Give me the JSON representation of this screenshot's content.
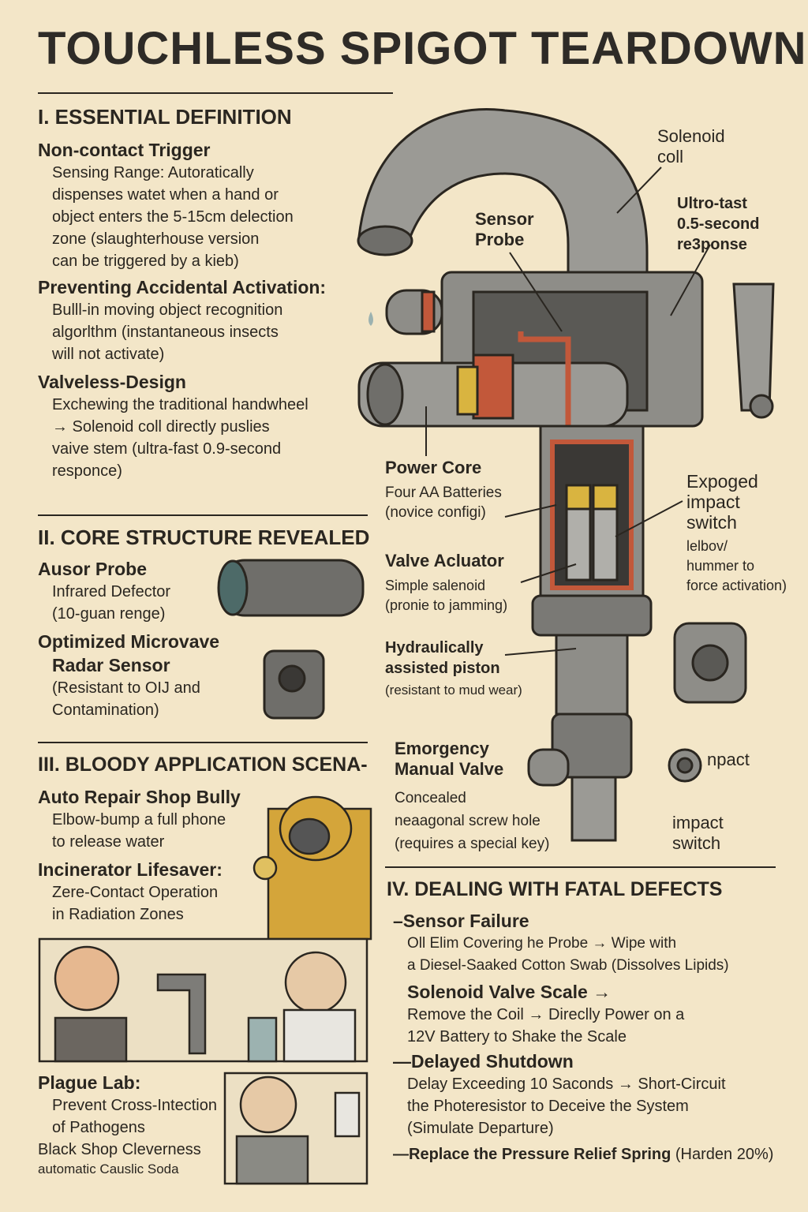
{
  "title": "TOUCHLESS SPIGOT TEARDOWN",
  "s1": {
    "heading": "I. ESSENTIAL DEFINITION",
    "items": [
      {
        "h": "Non-contact Trigger",
        "lines": [
          "Sensing Range: Autoratically",
          "dispenses watet when a hand or",
          "object enters the 5-15cm delection",
          "zone (slaughterhouse version",
          "can be triggered by a kieb)"
        ]
      },
      {
        "h": "Preventing Accidental Activation:",
        "lines": [
          "Bulll-in moving object recognition",
          "algorlthm (instantaneous insects",
          "will not activate)"
        ]
      },
      {
        "h": "Valveless-Design",
        "lines": [
          "Exchewing the traditional handwheel",
          "→ Solenoid coll directly puslies",
          "vaive stem (ultra-fast 0.9-second",
          "responce)"
        ]
      }
    ]
  },
  "s2": {
    "heading": "II. CORE STRUCTURE REVEALED",
    "items": [
      {
        "h": "Ausor Probe",
        "lines": [
          "Infrared Defector",
          "(10-guan renge)"
        ]
      },
      {
        "h": "Optimized Microvave",
        "h2": "Radar Sensor",
        "lines": [
          "(Resistant to OIJ and",
          "Contamination)"
        ]
      }
    ]
  },
  "s3": {
    "heading": "III. BLOODY APPLICATION SCENA-",
    "items": [
      {
        "h": "Auto Repair Shop Bully",
        "lines": [
          "Elbow-bump a full phone",
          "to release water"
        ]
      },
      {
        "h": "Incinerator Lifesaver:",
        "lines": [
          "Zere-Contact Operation",
          "in Radiation Zones"
        ]
      },
      {
        "h": "Plague Lab:",
        "lines": [
          "Prevent Cross-Intection",
          "of Pathogens"
        ]
      },
      {
        "h": "Black Shop Cleverness",
        "lines": [
          "automatic Causlic Soda"
        ]
      }
    ]
  },
  "diagram": {
    "solenoid": "Solenoid\ncoll",
    "sensor": "Sensor\nProbe",
    "ultra": "Ultro-tast\n0.5-second\nre3ponse",
    "power_h": "Power Core",
    "power_t": "Four AA Batteries\n(novice configi)",
    "exposed_h": "Expoged\nimpact\nswitch",
    "exposed_t": "lelbov/\nhummer to\nforce activation)",
    "actuator_h": "Valve Acluator",
    "actuator_t": "Simple salenoid\n(pronie to jamming)",
    "piston_h": "Hydraulically\nassisted piston",
    "piston_t": "(resistant to mud wear)",
    "emergency_h": "Emorgency\nManual Valve",
    "emergency_t": "Concealed\nneaagonal screw hole\n(requires a special key)",
    "impact1": "npact",
    "impact2": "impact\nswitch"
  },
  "s4": {
    "heading": "IV. DEALING WITH FATAL DEFECTS",
    "items": [
      {
        "h": "–Sensor Failure",
        "lines": [
          "Oll Elim Covering he Probe → Wipe with",
          "a Diesel-Saaked Cotton Swab (Dissolves Lipids)"
        ]
      },
      {
        "h": "Solenoid Valve Scale →",
        "lines": [
          "Remove the Coil → Direclly Power on a",
          "12V Battery to Shake the Scale"
        ]
      },
      {
        "h": "—Delayed Shutdown",
        "lines": [
          "Delay Exceeding 10 Saconds → Short-Circuit",
          "the Photeresistor to Deceive the System",
          "(Simulate Departure)"
        ]
      },
      {
        "h": "—Replace the Pressure Relief Spring",
        "suffix": " (Harden 20%)"
      }
    ]
  },
  "colors": {
    "bg": "#f3e6c8",
    "ink": "#2a2620",
    "metal": "#8e8d88",
    "copper": "#c2583a",
    "brass": "#d9b440",
    "hazmat": "#d4a53a"
  }
}
